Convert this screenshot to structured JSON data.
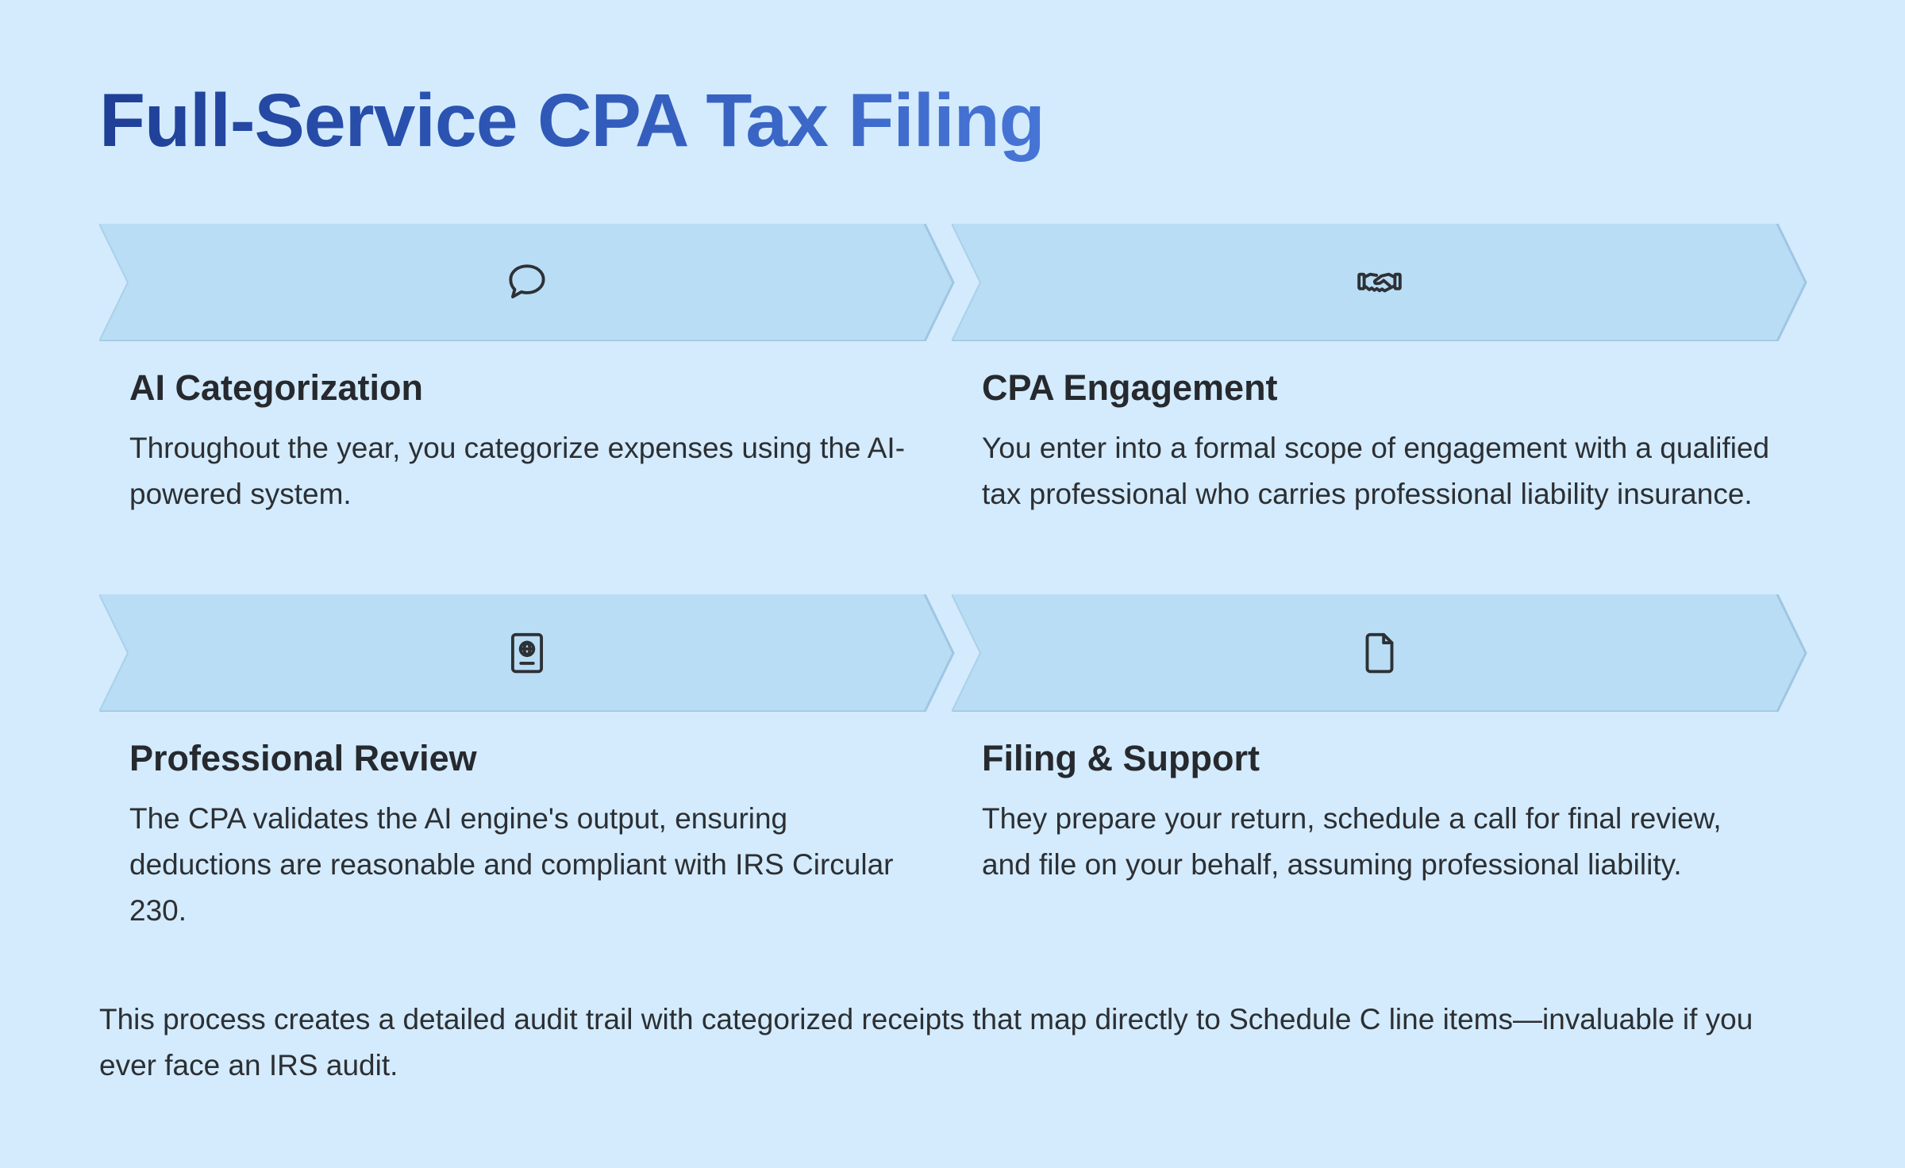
{
  "page": {
    "title": "Full-Service CPA Tax Filing",
    "footer_text": "This process creates a detailed audit trail with categorized receipts that map directly to Schedule C line items—invaluable if you ever face an IRS audit."
  },
  "colors": {
    "background": "#d3ebfd",
    "chevron_fill": "#b9ddf4",
    "chevron_edge": "#9fc6e2",
    "title_gradient_start": "#1f3f96",
    "title_gradient_end": "#4775d6",
    "text": "#26292e"
  },
  "steps": [
    {
      "icon": "speech-bubble-icon",
      "title": "AI Categorization",
      "description": "Throughout the year, you categorize expenses using the AI-powered system."
    },
    {
      "icon": "handshake-icon",
      "title": "CPA Engagement",
      "description": "You enter into a formal scope of engagement with a qualified tax professional who carries professional liability insurance."
    },
    {
      "icon": "passport-icon",
      "title": "Professional Review",
      "description": "The CPA validates the AI engine's output, ensuring deductions are reasonable and compliant with IRS Circular 230."
    },
    {
      "icon": "document-icon",
      "title": "Filing & Support",
      "description": "They prepare your return, schedule a call for final review, and file on your behalf, assuming professional liability."
    }
  ]
}
